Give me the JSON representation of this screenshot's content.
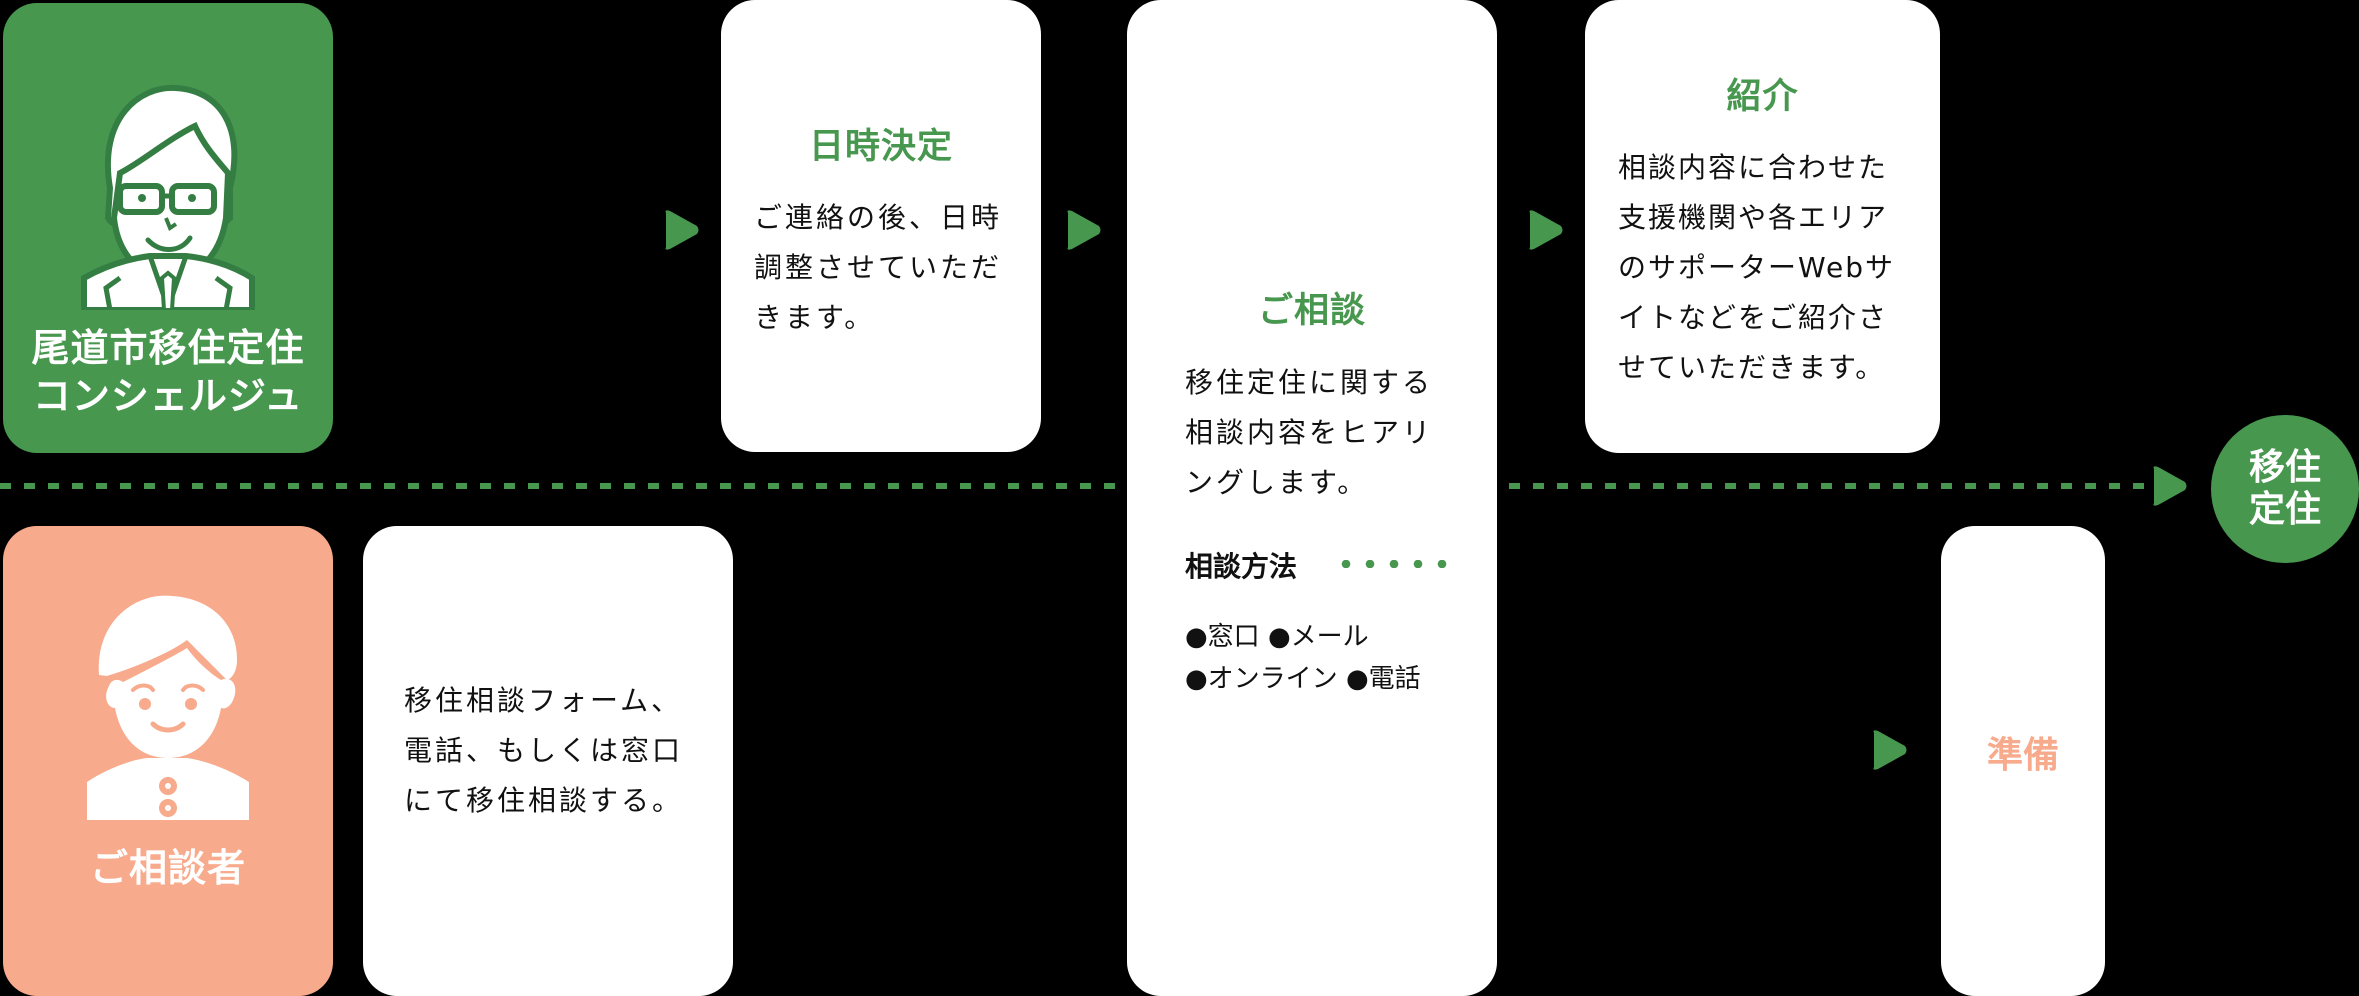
{
  "colors": {
    "green": "#47974f",
    "dark_green": "#357e43",
    "peach": "#f7aa8c",
    "card": "#ffffff",
    "background": "#000000"
  },
  "roles": {
    "concierge": {
      "label": "尾道市移住定住\nコンシェルジュ",
      "icon": "concierge-man-with-glasses-icon"
    },
    "consultant": {
      "label": "ご相談者",
      "icon": "consultant-person-icon"
    }
  },
  "steps": {
    "inquiry": {
      "body": "移住相談フォーム、\n電話、もしくは窓口\nにて移住相談する。"
    },
    "schedule": {
      "title": "日時決定",
      "body": "ご連絡の後、日時\n調整させていただ\nきます。"
    },
    "consultation": {
      "title": "ご相談",
      "body": "移住定住に関する\n相談内容をヒアリ\nングします。",
      "method_title": "相談方法",
      "methods_line1": "●窓口 ●メール",
      "methods_line2": "●オンライン ●電話",
      "methods": [
        "窓口",
        "メール",
        "オンライン",
        "電話"
      ]
    },
    "introduction": {
      "title": "紹介",
      "body": "相談内容に合わせた\n支援機関や各エリア\nのサポーターWebサ\nイトなどをご紹介さ\nせていただきます。"
    },
    "preparation": {
      "title": "準備"
    }
  },
  "goal": {
    "label": "移住\n定住"
  },
  "arrows": [
    "arrow-right-icon",
    "arrow-right-icon",
    "arrow-right-icon",
    "arrow-right-icon",
    "arrow-right-icon"
  ]
}
